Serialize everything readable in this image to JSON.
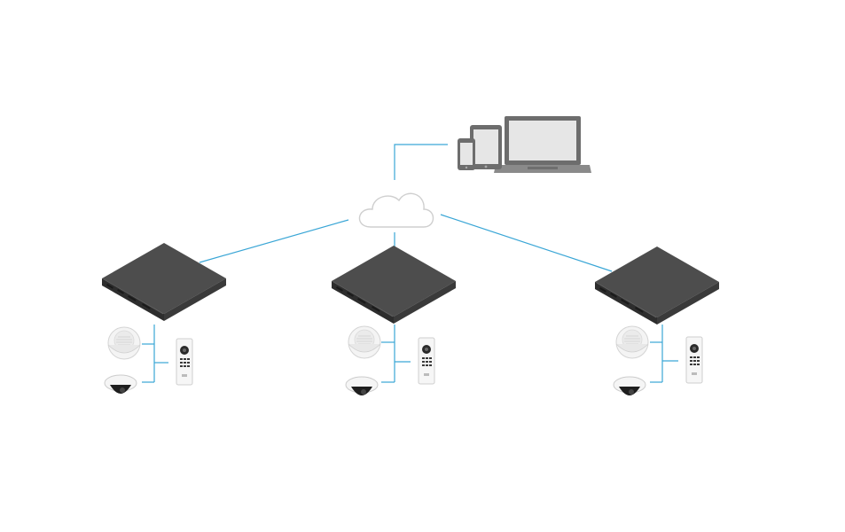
{
  "diagram": {
    "nodes": [
      {
        "id": "client-devices",
        "type": "clients",
        "icon": "laptop-tablet-phone-icon"
      },
      {
        "id": "cloud",
        "type": "cloud",
        "icon": "cloud-icon"
      },
      {
        "id": "recorder-1",
        "type": "server",
        "icon": "network-recorder-icon",
        "devices": [
          "speaker-icon",
          "dome-camera-icon",
          "door-station-icon"
        ]
      },
      {
        "id": "recorder-2",
        "type": "server",
        "icon": "network-recorder-icon",
        "devices": [
          "speaker-icon",
          "dome-camera-icon",
          "door-station-icon"
        ]
      },
      {
        "id": "recorder-3",
        "type": "server",
        "icon": "network-recorder-icon",
        "devices": [
          "speaker-icon",
          "dome-camera-icon",
          "door-station-icon"
        ]
      }
    ],
    "edges": [
      [
        "cloud",
        "client-devices"
      ],
      [
        "cloud",
        "recorder-1"
      ],
      [
        "cloud",
        "recorder-2"
      ],
      [
        "cloud",
        "recorder-3"
      ]
    ],
    "colors": {
      "link": "#3aa6d6",
      "server_top": "#4b4b4b",
      "server_front": "#2b2b2b",
      "device_body": "#f3f3f3",
      "device_outline": "#d0d0d0",
      "laptop_frame": "#6d6d6d",
      "laptop_screen": "#e6e6e6",
      "cloud_fill": "#ffffff",
      "cloud_outline": "#cfcfcf"
    }
  }
}
